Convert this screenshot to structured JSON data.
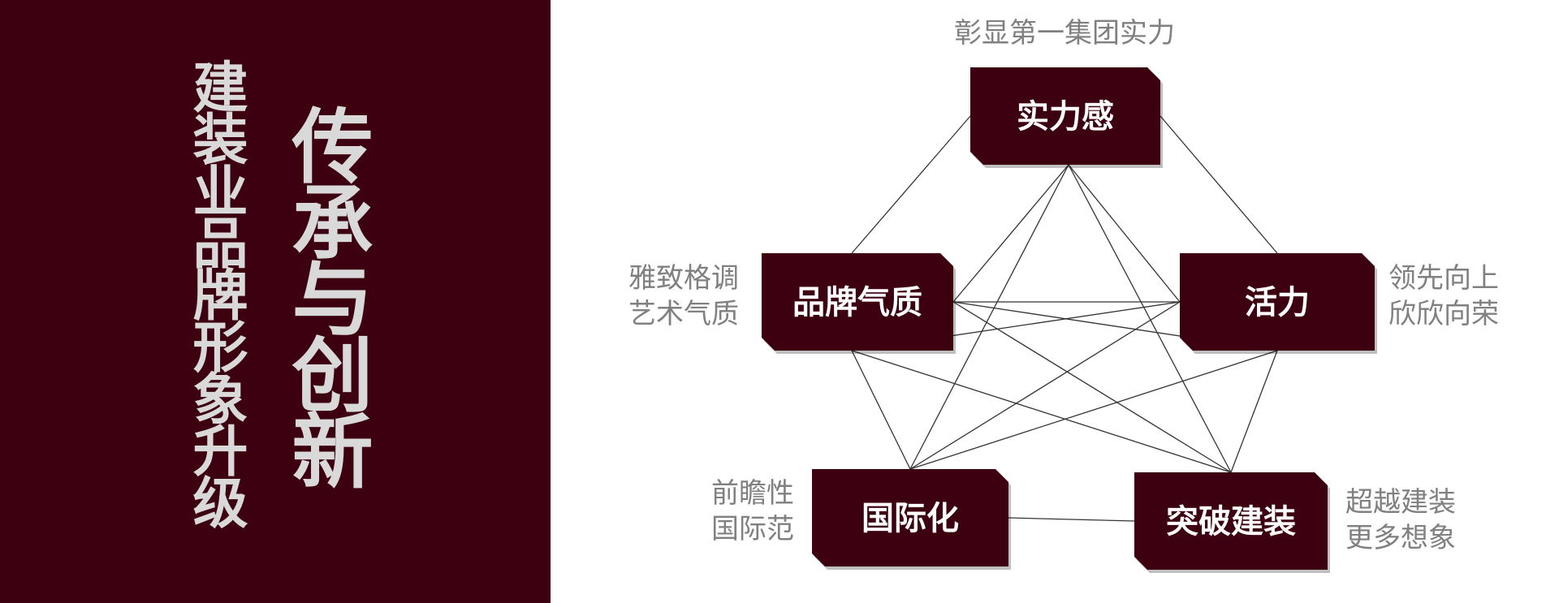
{
  "left_panel": {
    "title": "传承与创新",
    "subtitle": "建装业品牌形象升级",
    "background": "#3d0010"
  },
  "colors": {
    "node_fill": "#3d0010",
    "node_text": "#ffffff",
    "note_text": "#808080",
    "line": "#333333"
  },
  "nodes": {
    "strength": {
      "label": "实力感",
      "note": [
        "彰显第一集团实力"
      ]
    },
    "brand": {
      "label": "品牌气质",
      "note": [
        "雅致格调",
        "艺术气质"
      ]
    },
    "vitality": {
      "label": "活力",
      "note": [
        "领先向上",
        "欣欣向荣"
      ]
    },
    "international": {
      "label": "国际化",
      "note": [
        "前瞻性",
        "国际范"
      ]
    },
    "breakthrough": {
      "label": "突破建装",
      "note": [
        "超越建装",
        "更多想象"
      ]
    }
  },
  "connections": [
    [
      "strength",
      "brand"
    ],
    [
      "strength",
      "vitality"
    ],
    [
      "strength",
      "international"
    ],
    [
      "strength",
      "breakthrough"
    ],
    [
      "brand",
      "vitality"
    ],
    [
      "brand",
      "international"
    ],
    [
      "brand",
      "breakthrough"
    ],
    [
      "vitality",
      "international"
    ],
    [
      "vitality",
      "breakthrough"
    ],
    [
      "international",
      "breakthrough"
    ]
  ]
}
